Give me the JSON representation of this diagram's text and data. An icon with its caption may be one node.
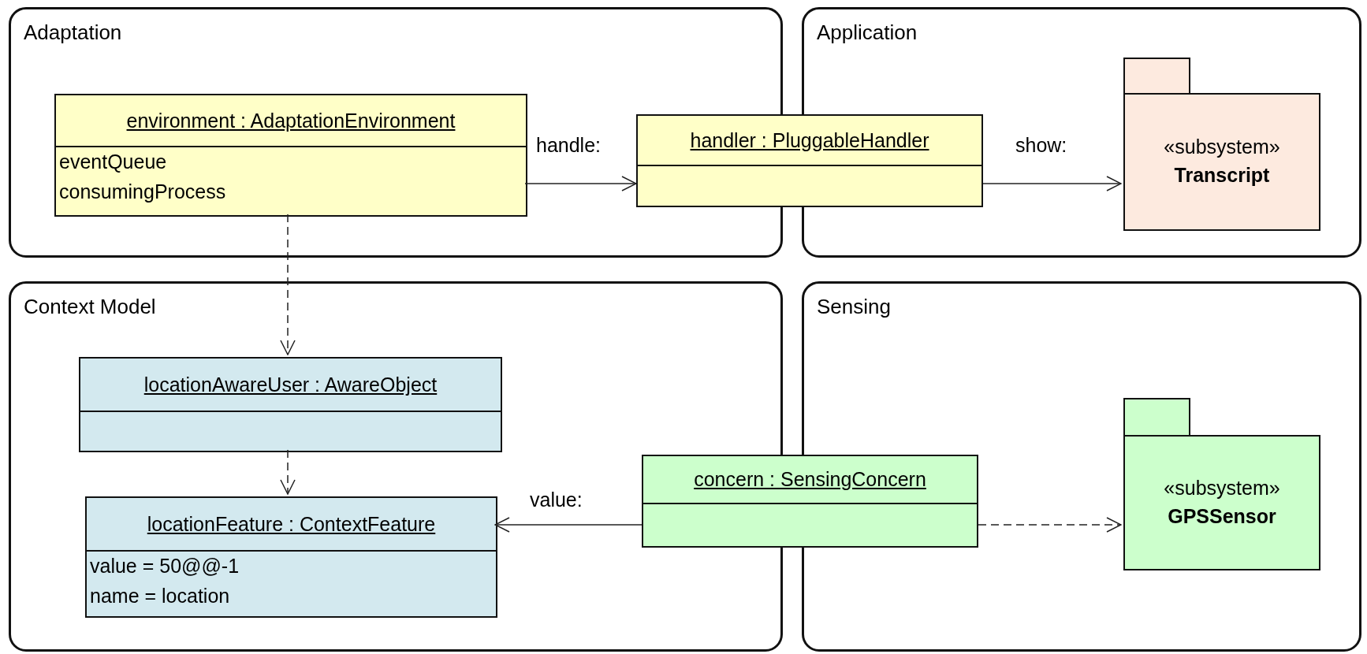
{
  "diagram": {
    "nodes": [
      {
        "text": [
          "Adaptation"
        ]
      },
      {
        "text": [
          "environment : AdaptationEnvironment",
          "eventQueue",
          "consumingProcess"
        ],
        "in": 0
      },
      {
        "text": [
          "Application"
        ]
      },
      {
        "text": [
          "handler : PluggableHandler"
        ]
      },
      {
        "text": [
          "«subsystem»",
          "Transcript"
        ],
        "in": 2
      },
      {
        "text": [
          "Context Model"
        ]
      },
      {
        "text": [
          "locationAwareUser : AwareObject"
        ],
        "in": 5
      },
      {
        "text": [
          "locationFeature : ContextFeature",
          "value = 50@@-1",
          "name = location"
        ],
        "in": 5
      },
      {
        "text": [
          "Sensing"
        ]
      },
      {
        "text": [
          "concern : SensingConcern"
        ]
      },
      {
        "text": [
          "«subsystem»",
          "GPSSensor"
        ],
        "in": 8
      }
    ],
    "edges": [
      {
        "from": 1,
        "to": 3,
        "arrow": "to",
        "label": "handle:"
      },
      {
        "from": 3,
        "to": 4,
        "arrow": "to",
        "label": "show:"
      },
      {
        "from": 1,
        "to": 6,
        "arrow": "to",
        "style": "dashed"
      },
      {
        "from": 6,
        "to": 7,
        "arrow": "to",
        "style": "dashed"
      },
      {
        "from": 9,
        "to": 7,
        "arrow": "to",
        "label": "value:"
      },
      {
        "from": 9,
        "to": 10,
        "arrow": "to",
        "style": "dashed"
      }
    ]
  }
}
